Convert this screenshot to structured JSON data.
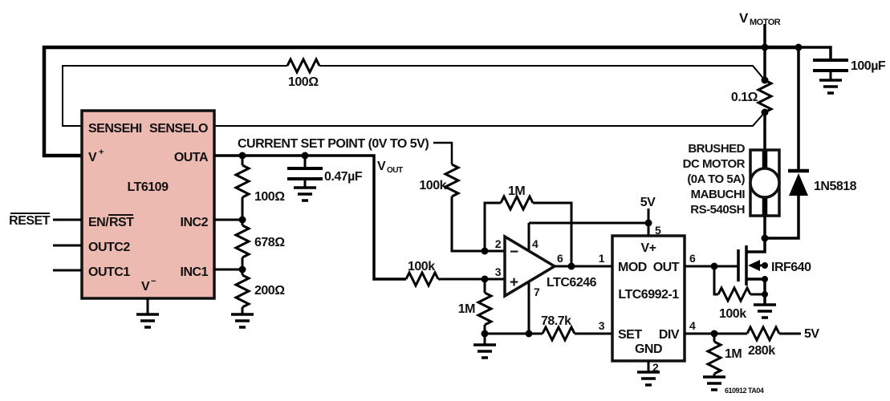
{
  "colors": {
    "ic_fill": "#ecbab1",
    "wire": "#000000",
    "background": "#ffffff"
  },
  "power": {
    "vmotor_base": "V",
    "vmotor_sub": "MOTOR",
    "bulk_cap": "100µF",
    "supply_5v_mid": "5V",
    "supply_5v_right": "5V"
  },
  "sense": {
    "r_filter": "100Ω",
    "r_sense": "0.1Ω"
  },
  "lt6109": {
    "part": "LT6109",
    "reset": "RESET",
    "pin_sensehi": "SENSEHI",
    "pin_senselo": "SENSELO",
    "pin_vplus_base": "V",
    "pin_vplus_sup": "+",
    "pin_outa": "OUTA",
    "pin_en_prefix": "EN/",
    "pin_en_rst": "RST",
    "pin_inc2": "INC2",
    "pin_outc2": "OUTC2",
    "pin_outc1": "OUTC1",
    "pin_inc1": "INC1",
    "pin_vminus_base": "V",
    "pin_vminus_sup": "−"
  },
  "gain_chain": {
    "r1": "100Ω",
    "r2": "678Ω",
    "r3": "200Ω"
  },
  "setpoint": {
    "label": "CURRENT SET POINT (0V TO 5V)",
    "vout_base": "V",
    "vout_sub": "OUT",
    "cap": "0.47µF",
    "r_in_top": "100k",
    "r_in_bottom": "100k",
    "r_feedback": "1M",
    "r_ground": "1M"
  },
  "opamp": {
    "part": "LTC6246",
    "pin2": "2",
    "pin3": "3",
    "pin4": "4",
    "pin6": "6",
    "pin7": "7",
    "minus": "−",
    "plus": "+"
  },
  "ltc6992": {
    "part": "LTC6992-1",
    "vplus": "V+",
    "mod": "MOD",
    "out": "OUT",
    "set": "SET",
    "div": "DIV",
    "gnd": "GND",
    "pin1": "1",
    "pin2": "2",
    "pin3": "3",
    "pin4": "4",
    "pin5": "5",
    "pin6": "6",
    "r_set": "78.7k",
    "r_div_gnd": "1M",
    "r_div_5v": "280k"
  },
  "output_stage": {
    "mosfet": "IRF640",
    "r_gate": "100k",
    "diode": "1N5818",
    "motor_lines": [
      "BRUSHED",
      "DC MOTOR",
      "(0A TO 5A)",
      "MABUCHI",
      "RS-540SH"
    ]
  },
  "footer": {
    "code": "610912 TA04"
  }
}
